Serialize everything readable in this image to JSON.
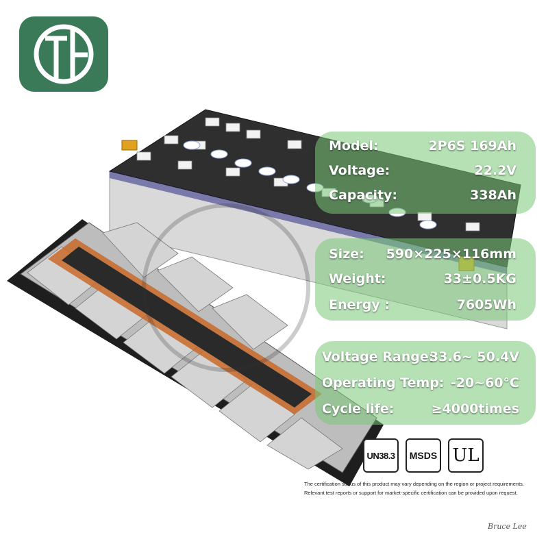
{
  "logo": {
    "icon": "th-monogram-logo",
    "color": "#3a7a58"
  },
  "specs": {
    "group1": [
      {
        "label": "Model:",
        "value": "2P6S 169Ah"
      },
      {
        "label": "Voltage:",
        "value": "22.2V"
      },
      {
        "label": "Capacity:",
        "value": "338Ah"
      }
    ],
    "group2": [
      {
        "label": "Size:",
        "value": "590×225×116mm"
      },
      {
        "label": "Weight:",
        "value": "33±0.5KG"
      },
      {
        "label": "Energy :",
        "value": "7605Wh"
      }
    ],
    "group3": [
      {
        "label": "Voltage Range:",
        "value": "33.6~ 50.4V"
      },
      {
        "label": "Operating Temp:",
        "value": "-20~60°C"
      },
      {
        "label": "Cycle life:",
        "value": "≥4000times"
      }
    ],
    "panel_color": "#78c878"
  },
  "certifications": [
    "UN38.3",
    "MSDS",
    "UL"
  ],
  "disclaimer": "The certification status of this product may vary depending on the region or project requirements. Relevant test reports or support for market-specific certification can be provided upon request.",
  "signature": "Bruce Lee"
}
